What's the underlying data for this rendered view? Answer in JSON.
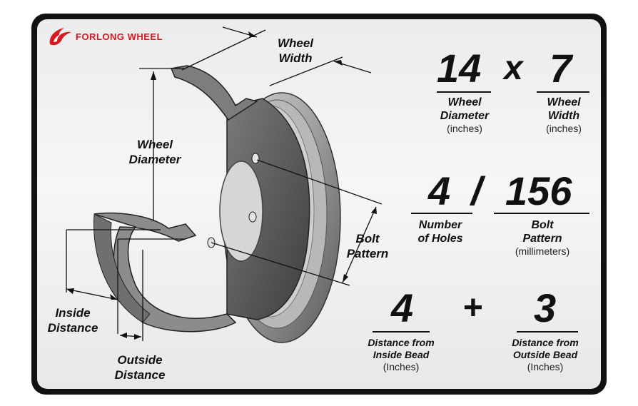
{
  "brand": {
    "name": "FORLONG WHEEL",
    "color": "#d71920"
  },
  "diagram_labels": {
    "wheel_width": [
      "Wheel",
      "Width"
    ],
    "wheel_diameter": [
      "Wheel",
      "Diameter"
    ],
    "bolt_pattern": [
      "Bolt",
      "Pattern"
    ],
    "inside_distance": [
      "Inside",
      "Distance"
    ],
    "outside_distance": [
      "Outside",
      "Distance"
    ]
  },
  "size": {
    "diameter_value": "14",
    "separator": "x",
    "width_value": "7",
    "diameter_label": [
      "Wheel",
      "Diameter"
    ],
    "diameter_unit": "(inches)",
    "width_label": [
      "Wheel",
      "Width"
    ],
    "width_unit": "(inches)"
  },
  "bolts": {
    "holes_value": "4",
    "separator": "/",
    "pattern_value": "156",
    "holes_label": [
      "Number",
      "of Holes"
    ],
    "pattern_label": [
      "Bolt",
      "Pattern"
    ],
    "pattern_unit": "(millimeters)"
  },
  "backspacing": {
    "inside_value": "4",
    "plus": "+",
    "outside_value": "3",
    "inside_label": [
      "Distance from",
      "Inside Bead"
    ],
    "inside_unit": "(Inches)",
    "outside_label": [
      "Distance from",
      "Outside Bead"
    ],
    "outside_unit": "(Inches)"
  },
  "colors": {
    "frame": "#111111",
    "panel": "#f0f0f0",
    "wheel": "#8a8a8a"
  }
}
